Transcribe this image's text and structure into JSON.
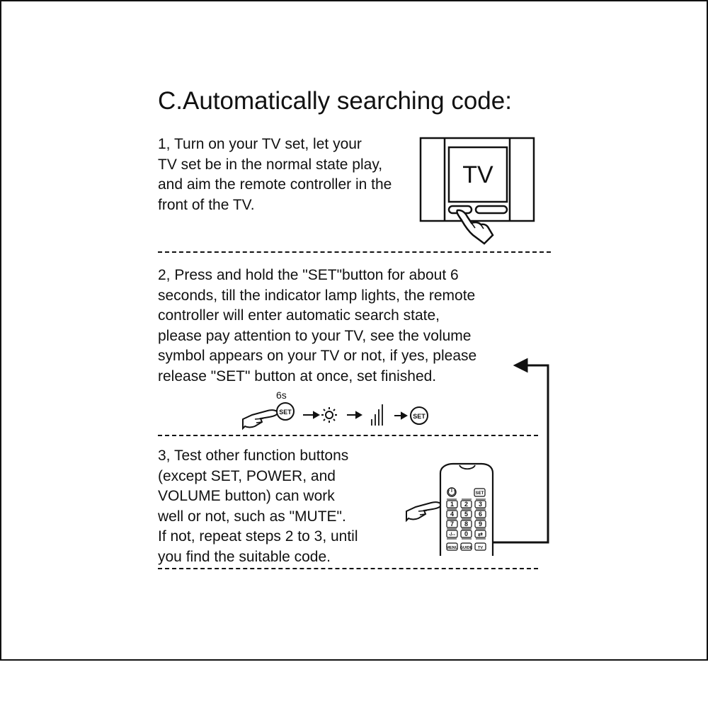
{
  "title": "C.Automatically searching code:",
  "step1": {
    "lines": [
      "1, Turn on your TV set, let your",
      "TV set be in the normal state play,",
      "and aim the remote controller in the",
      "front of the TV."
    ],
    "tv_label": "TV"
  },
  "step2": {
    "lines": [
      "2, Press and hold the \"SET\"button for about 6",
      "seconds, till the indicator lamp lights, the remote",
      "controller will enter automatic search state,",
      "please pay attention to your TV, see the volume",
      "symbol appears on your TV or not, if yes, please",
      "release \"SET\" button at once, set finished."
    ],
    "hold_time": "6s",
    "set_label": "SET",
    "sequence_icons": [
      "pointing-hand-icon",
      "arrow-right-icon",
      "lamp-light-icon",
      "arrow-right-icon",
      "volume-bars-icon",
      "arrow-right-icon"
    ]
  },
  "step3": {
    "lines": [
      "3, Test other function buttons",
      "(except SET, POWER, and",
      "VOLUME button) can work",
      "well or not, such as \"MUTE\".",
      "If not, repeat steps 2 to 3, until",
      "you find the suitable code."
    ]
  },
  "remote": {
    "set": "SET",
    "digits": [
      "1",
      "2",
      "3",
      "4",
      "5",
      "6",
      "7",
      "8",
      "9"
    ],
    "dash": "-/--",
    "zero": "0",
    "bottom": [
      "MENU",
      "GUIDE",
      "TV"
    ]
  }
}
